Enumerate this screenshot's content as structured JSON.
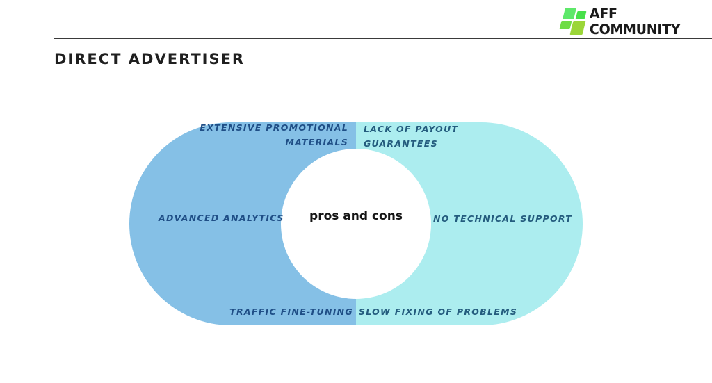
{
  "header": {
    "brand": {
      "name": "AFF COMMUNITY",
      "icon": "four-square-grid-logo",
      "colors": [
        "#5ee86a",
        "#47e04a",
        "#7ad83b",
        "#9bd638"
      ]
    },
    "title": "DIRECT ADVERTISER",
    "rule_color": "#3a3a3a"
  },
  "diagram": {
    "center_label": "pros and cons",
    "pros": {
      "color": "#85c0e6",
      "text_color": "#1f4e86",
      "items": [
        {
          "line1": "EXTENSIVE PROMOTIONAL",
          "line2": "MATERIALS",
          "position": "top"
        },
        {
          "line1": "ADVANCED ANALYTICS",
          "position": "middle"
        },
        {
          "line1": "TRAFFIC FINE-TUNING",
          "position": "bottom"
        }
      ]
    },
    "cons": {
      "color": "#acedef",
      "text_color": "#245c7e",
      "items": [
        {
          "line1": "LACK OF PAYOUT",
          "line2": "GUARANTEES",
          "position": "top"
        },
        {
          "line1": "NO TECHNICAL SUPPORT",
          "position": "middle"
        },
        {
          "line1": "SLOW FIXING OF PROBLEMS",
          "position": "bottom"
        }
      ]
    }
  }
}
